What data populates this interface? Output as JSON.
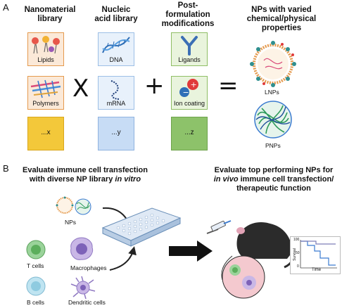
{
  "panel_a": {
    "letter": "A",
    "col1_title": [
      "Nanomaterial",
      "library"
    ],
    "col2_title": [
      "Nucleic",
      "acid library"
    ],
    "col3_title": [
      "Post-",
      "formulation",
      "modifications"
    ],
    "col4_title": [
      "NPs with varied",
      "chemical/physical",
      "properties"
    ],
    "tiles": {
      "lipids": "Lipids",
      "polymers": "Polymers",
      "x": "...x",
      "dna": "DNA",
      "mrna": "mRNA",
      "y": "...y",
      "ligands": "Ligands",
      "ion_coating": "Ion coating",
      "z": "...z"
    },
    "op_times": "X",
    "op_plus": "+",
    "op_equals": "=",
    "lnps": "LNPs",
    "pnps": "PNPs"
  },
  "panel_b": {
    "letter": "B",
    "left_title_1": "Evaluate immune cell transfection",
    "left_title_2": "with diverse NP library ",
    "left_title_2_em": "in vitro",
    "right_title_1": "Evaluate top performing NPs for",
    "right_title_2_em": "in vivo",
    "right_title_2": " immune cell transfection/",
    "right_title_3": "therapeutic function",
    "nps": "NPs",
    "t_cells": "T cells",
    "macrophages": "Macrophages",
    "b_cells": "B cells",
    "dendritic_cells": "Dendritic cells",
    "survival": "Survival",
    "time": "Time",
    "tick_100": "100",
    "tick_50": "50",
    "tick_0": "0"
  },
  "colors": {
    "orange": "#e59a4e",
    "blue": "#9dbfe6",
    "green": "#8fbe65",
    "yellow": "#f3c83a"
  }
}
